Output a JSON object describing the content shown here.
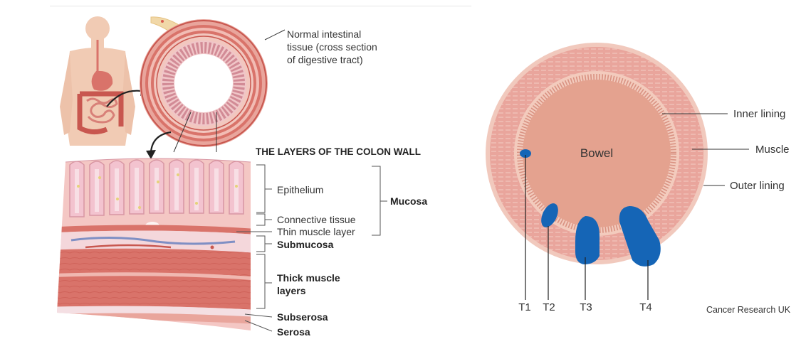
{
  "left_panel": {
    "normal_tissue_label": [
      "Normal intestinal",
      "tissue (cross section",
      "of digestive tract)"
    ],
    "layers_title": "THE LAYERS OF THE COLON WALL",
    "labels": {
      "epithelium": "Epithelium",
      "connective_tissue": "Connective tissue",
      "thin_muscle": "Thin muscle layer",
      "mucosa": "Mucosa",
      "submucosa": "Submucosa",
      "thick_muscle": [
        "Thick muscle",
        "layers"
      ],
      "subserosa": "Subserosa",
      "serosa": "Serosa"
    }
  },
  "right_panel": {
    "bowel_label": "Bowel",
    "inner_lining": "Inner lining",
    "muscle": "Muscle",
    "outer_lining": "Outer lining",
    "stages": [
      "T1",
      "T2",
      "T3",
      "T4"
    ],
    "credit": "Cancer Research UK"
  },
  "colors": {
    "tissue_pink": "#e9a59c",
    "muscle_red": "#d9736a",
    "outer_lining": "#f1c9bd",
    "bowel": "#e4a28f",
    "tumour_blue": "#1565b6",
    "body_skin": "#f1cbb4"
  }
}
